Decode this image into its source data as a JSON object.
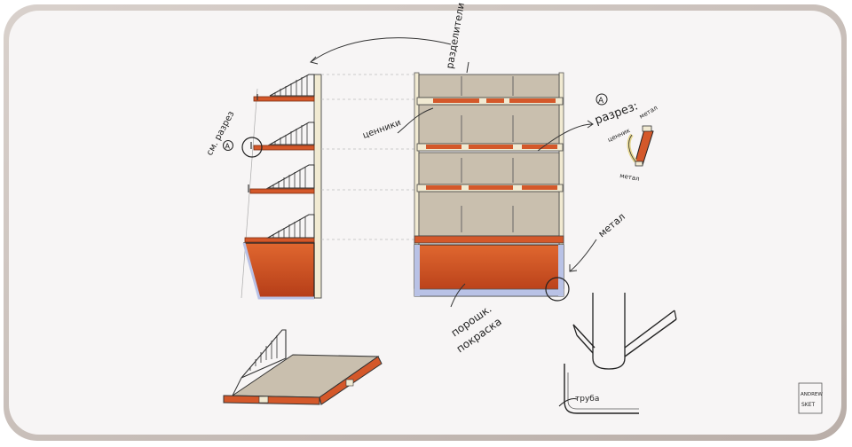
{
  "labels": {
    "section_ref": "см. разрез",
    "section_ref_mark": "А",
    "dividers": "разделители",
    "price_tags": "ценники",
    "section_title": "разрез:",
    "section_mark": "А",
    "price_tag_small": "ценник",
    "metal_top": "метал",
    "metal_bottom": "метал",
    "metal_frame": "метал",
    "powder_coat_line1": "порошк.",
    "powder_coat_line2": "покраска",
    "tube": "труба",
    "signature_line1": "ANDREW",
    "signature_line2": "SKET"
  },
  "colors": {
    "paper": "#f7f5f5",
    "frame": "#cfc7c2",
    "shelf_board": "#c9bfae",
    "orange": "#d4582a",
    "orange_dark": "#b8401c",
    "upright": "#f1ead2",
    "steel": "#b9c2e6",
    "ink": "#1f1f1f"
  }
}
